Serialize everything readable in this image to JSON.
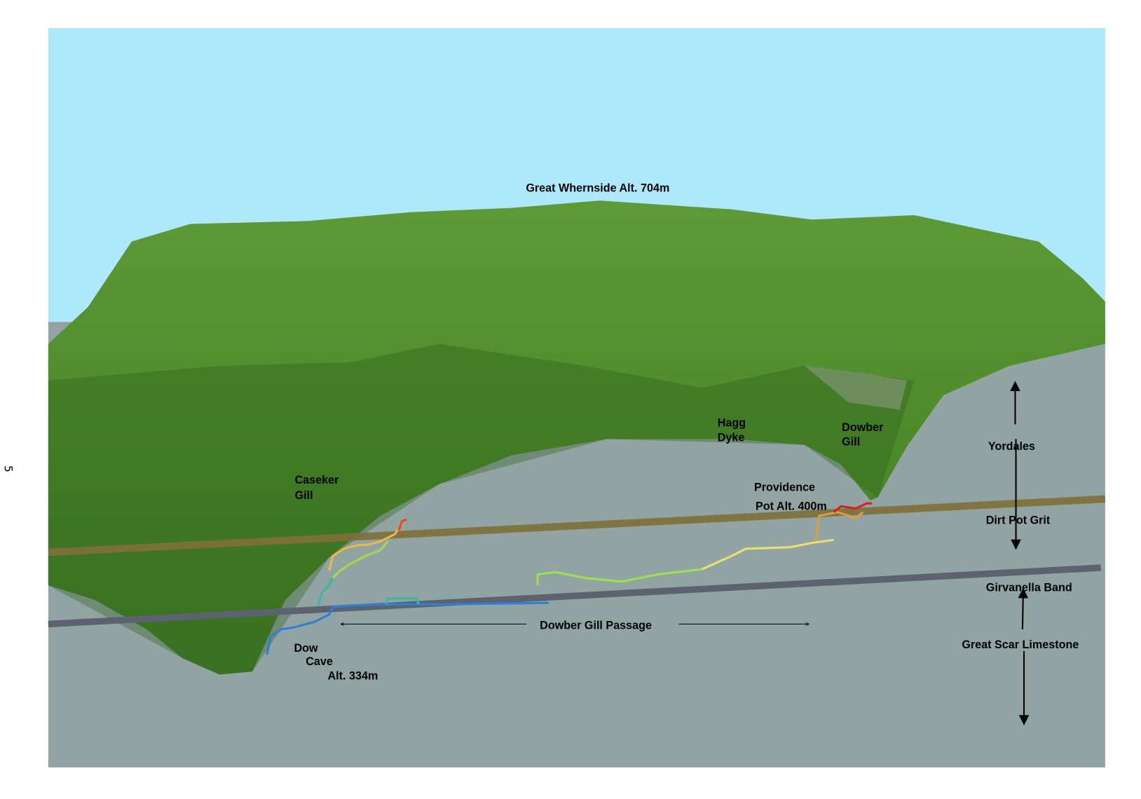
{
  "page_number": "5",
  "colors": {
    "sky": "#aee9fb",
    "rock": "#91a3a3",
    "grass": "#4f8a2c",
    "dirt_pot_grit": "#7f7038",
    "girvanella_band": "#5d6270",
    "cave_low": "#2f7fd6",
    "cave_high": "#d62020"
  },
  "labels": {
    "summit": "Great Whernside Alt.  704m",
    "hagg_dyke_1": "Hagg",
    "hagg_dyke_2": "Dyke",
    "dowber_gill_1": "Dowber",
    "dowber_gill_2": "Gill",
    "caseker_gill_1": "Caseker",
    "caseker_gill_2": "Gill",
    "providence_1": "Providence",
    "providence_2": "Pot  Alt. 400m",
    "dow_cave_1": "Dow",
    "dow_cave_2": "Cave",
    "dow_cave_3": "Alt. 334m",
    "passage": "Dowber Gill Passage"
  },
  "strata": {
    "yordales": "Yordales",
    "dirt_pot_grit": "Dirt Pot Grit",
    "girvanella_band": "Girvanella Band",
    "great_scar": "Great Scar Limestone"
  }
}
